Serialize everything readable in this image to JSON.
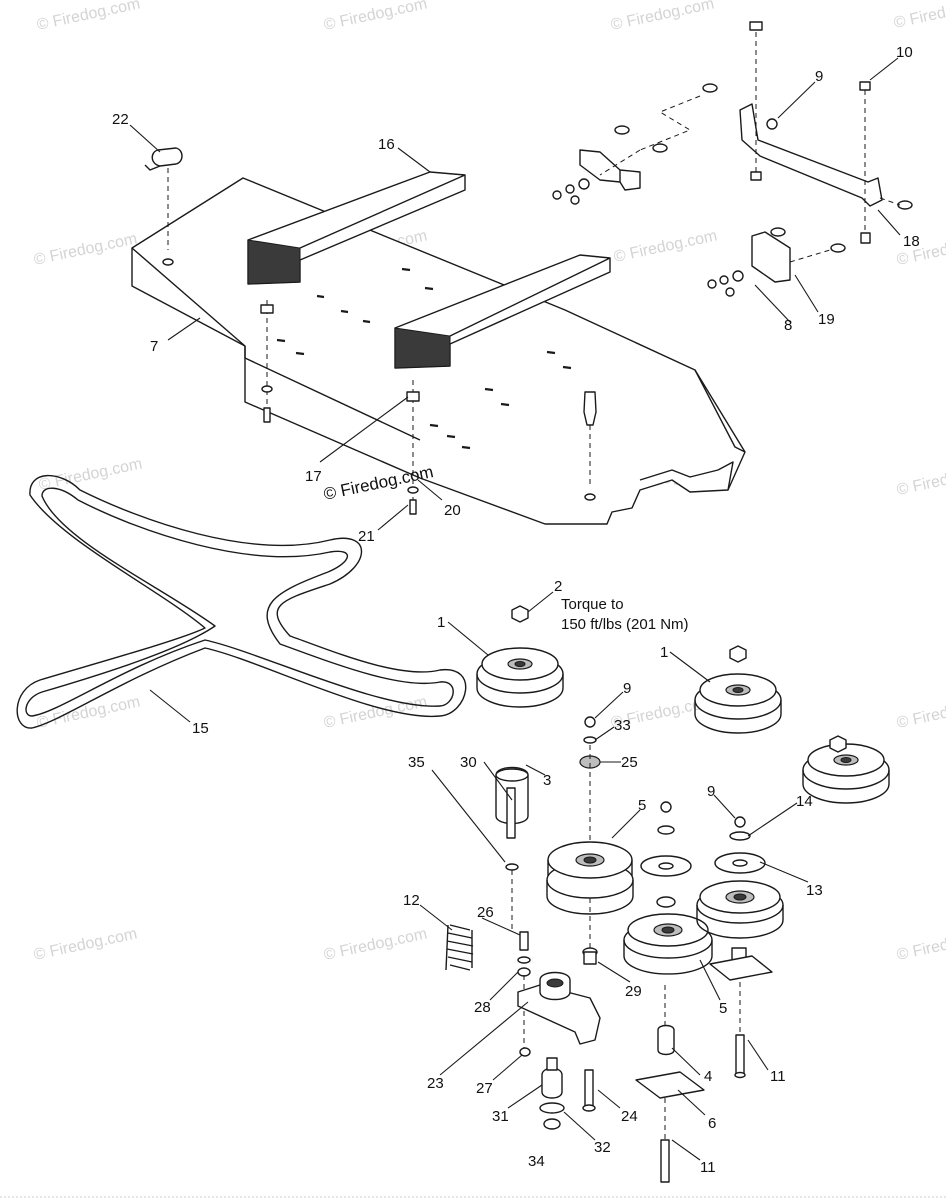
{
  "watermark": "© Firedog.com",
  "copyright_text": "© Firedog.com",
  "torque_note": {
    "line1": "Torque to",
    "line2": "150 ft/lbs (201 Nm)"
  },
  "callouts": {
    "c22": "22",
    "c16": "16",
    "c7": "7",
    "c17": "17",
    "c20": "20",
    "c21": "21",
    "c10": "10",
    "c9a": "9",
    "c18": "18",
    "c19": "19",
    "c8": "8",
    "c2": "2",
    "c1a": "1",
    "c1b": "1",
    "c15": "15",
    "c9b": "9",
    "c33": "33",
    "c25": "25",
    "c30": "30",
    "c3": "3",
    "c35": "35",
    "c5a": "5",
    "c9c": "9",
    "c14": "14",
    "c13": "13",
    "c12": "12",
    "c26": "26",
    "c28": "28",
    "c29": "29",
    "c5b": "5",
    "c23": "23",
    "c27": "27",
    "c4": "4",
    "c11a": "11",
    "c31": "31",
    "c24": "24",
    "c6": "6",
    "c32": "32",
    "c34": "34",
    "c11b": "11"
  }
}
